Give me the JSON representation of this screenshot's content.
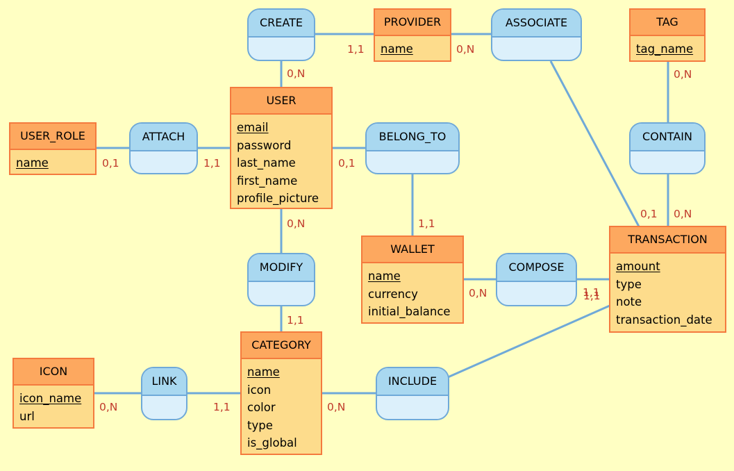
{
  "entities": {
    "provider": {
      "name": "PROVIDER",
      "attrs": [
        "name"
      ]
    },
    "tag": {
      "name": "TAG",
      "attrs": [
        "tag_name"
      ]
    },
    "user": {
      "name": "USER",
      "attrs": [
        "email",
        "password",
        "last_name",
        "first_name",
        "profile_picture"
      ]
    },
    "user_role": {
      "name": "USER_ROLE",
      "attrs": [
        "name"
      ]
    },
    "wallet": {
      "name": "WALLET",
      "attrs": [
        "name",
        "currency",
        "initial_balance"
      ]
    },
    "transaction": {
      "name": "TRANSACTION",
      "attrs": [
        "amount",
        "type",
        "note",
        "transaction_date"
      ]
    },
    "category": {
      "name": "CATEGORY",
      "attrs": [
        "name",
        "icon",
        "color",
        "type",
        "is_global"
      ]
    },
    "icon": {
      "name": "ICON",
      "attrs": [
        "icon_name",
        "url"
      ]
    }
  },
  "associations": {
    "create": "CREATE",
    "associate": "ASSOCIATE",
    "attach": "ATTACH",
    "belong_to": "BELONG_TO",
    "contain": "CONTAIN",
    "modify": "MODIFY",
    "compose": "COMPOSE",
    "link": "LINK",
    "include": "INCLUDE"
  },
  "cardinalities": {
    "create_provider": "1,1",
    "associate_provider": "0,N",
    "create_user": "0,N",
    "tag_contain": "0,N",
    "attach_user_role": "0,1",
    "attach_user": "1,1",
    "belong_to_user": "0,1",
    "modify_user": "0,N",
    "belong_to_wallet": "1,1",
    "associate_transaction": "0,1",
    "contain_transaction": "0,N",
    "compose_wallet": "0,N",
    "compose_transaction": "1,1",
    "include_transaction": "1,1",
    "modify_category": "1,1",
    "link_icon": "0,N",
    "link_category": "1,1",
    "include_category": "0,N"
  },
  "colors": {
    "background": "#ffffc3",
    "entity_header": "#fda85f",
    "entity_body": "#fddc8c",
    "entity_border": "#f47a3e",
    "assoc_header": "#a9d8f0",
    "assoc_body": "#dcf0fb",
    "assoc_border": "#6fa9d8",
    "cardinality_text": "#c0392b"
  }
}
